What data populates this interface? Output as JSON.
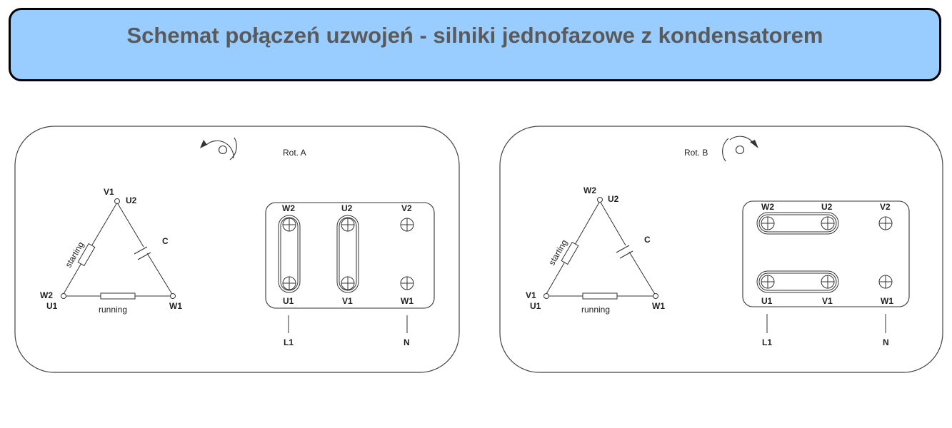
{
  "title": "Schemat połączeń uzwojeń - silniki jednofazowe z kondensatorem",
  "panels": [
    {
      "rotation_label": "Rot. A",
      "triangle": {
        "top_labels": [
          "V1",
          "U2"
        ],
        "left_labels": [
          "W2",
          "U1"
        ],
        "right_label": "W1",
        "starting_label": "starting",
        "running_label": "running",
        "capacitor_label": "C"
      },
      "terminal_top": [
        "W2",
        "U2",
        "V2"
      ],
      "terminal_bottom": [
        "U1",
        "V1",
        "W1"
      ],
      "supply": [
        "L1",
        "N"
      ]
    },
    {
      "rotation_label": "Rot. B",
      "triangle": {
        "top_labels": [
          "W2",
          "U2"
        ],
        "left_labels": [
          "V1",
          "U1"
        ],
        "right_label": "W1",
        "starting_label": "starting",
        "running_label": "running",
        "capacitor_label": "C"
      },
      "terminal_top": [
        "W2",
        "U2",
        "V2"
      ],
      "terminal_bottom": [
        "U1",
        "V1",
        "W1"
      ],
      "supply": [
        "L1",
        "N"
      ]
    }
  ]
}
